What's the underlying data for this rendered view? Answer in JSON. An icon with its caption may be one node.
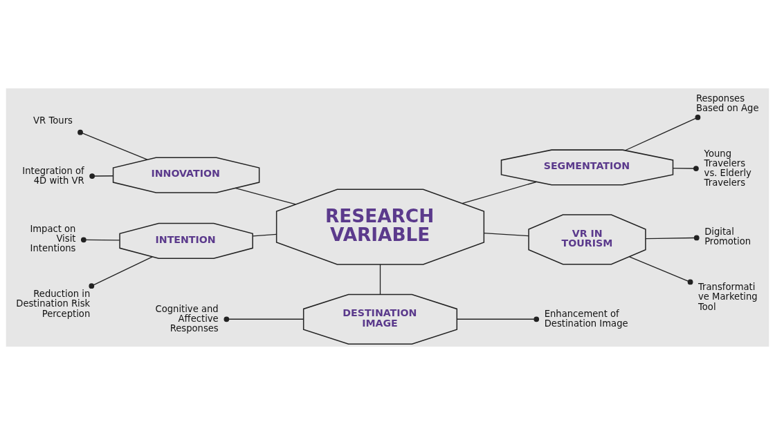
{
  "diagram": {
    "nodes": [
      {
        "text": [
          "Cognitive and Affective Responses"
        ]
      },
      {
        "text": [
          "Enhancement of Destination Image"
        ]
      },
      {
        "text": [
          "DESTINATION IMAGE"
        ]
      },
      {
        "text": [
          "Digital Promotion"
        ]
      },
      {
        "text": [
          "VR Tours"
        ]
      },
      {
        "text": [
          "INNOVATION"
        ]
      },
      {
        "text": [
          "RESEARCH VARIABLE"
        ]
      },
      {
        "text": [
          "VR IN TOURISM"
        ]
      },
      {
        "text": [
          "Transformati ve Marketing Tool"
        ]
      },
      {
        "text": [
          "Integration of 4D with VR"
        ]
      },
      {
        "text": [
          "Impact on Visit Intentions"
        ]
      },
      {
        "text": [
          "INTENTION"
        ]
      },
      {
        "text": [
          "SEGMENTATION"
        ]
      },
      {
        "text": [
          "Responses Based on Age"
        ]
      },
      {
        "text": [
          "Reduction in Destination Risk Perception"
        ]
      },
      {
        "text": [
          "Young Travelers vs. Elderly Travelers"
        ]
      }
    ],
    "edges": [
      {
        "from": 2,
        "to": 0,
        "arrow": "other"
      },
      {
        "from": 2,
        "to": 1,
        "arrow": "other"
      },
      {
        "from": 6,
        "to": 2,
        "arrow": "none"
      },
      {
        "from": 6,
        "to": 5,
        "arrow": "none"
      },
      {
        "from": 6,
        "to": 7,
        "arrow": "none"
      },
      {
        "from": 5,
        "to": 4,
        "arrow": "other"
      },
      {
        "from": 5,
        "to": 9,
        "arrow": "other"
      },
      {
        "from": 7,
        "to": 3,
        "arrow": "other"
      },
      {
        "from": 7,
        "to": 8,
        "arrow": "other"
      },
      {
        "from": 6,
        "to": 11,
        "arrow": "none"
      },
      {
        "from": 6,
        "to": 12,
        "arrow": "none"
      },
      {
        "from": 11,
        "to": 10,
        "arrow": "other"
      },
      {
        "from": 11,
        "to": 14,
        "arrow": "other"
      },
      {
        "from": 12,
        "to": 13,
        "arrow": "other"
      },
      {
        "from": 12,
        "to": 15,
        "arrow": "other"
      }
    ]
  }
}
